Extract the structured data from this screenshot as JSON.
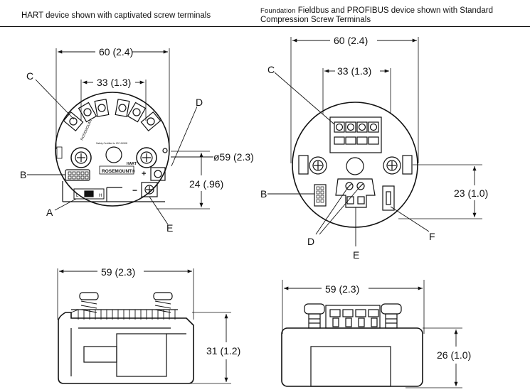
{
  "captions": {
    "left": "HART device shown with captivated screw terminals",
    "right_prefix": "Foundation",
    "right_rest": " Fieldbus and PROFIBUS device shown with Standard",
    "right_line2": "Compression Screw Terminals"
  },
  "dimensions": {
    "tl_width": "60 (2.4)",
    "tl_spacing": "33 (1.3)",
    "tl_diameter": "ø59 (2.3)",
    "tl_height": "24 (.96)",
    "tr_width": "60 (2.4)",
    "tr_spacing": "33 (1.3)",
    "tr_height": "23 (1.0)",
    "bl_width": "59 (2.3)",
    "bl_height": "31 (1.2)",
    "br_width": "59 (2.3)",
    "br_height": "26 (1.0)"
  },
  "callouts": {
    "tl": [
      "A",
      "B",
      "C",
      "D",
      "E"
    ],
    "tr": [
      "B",
      "C",
      "D",
      "E",
      "F"
    ]
  },
  "device_markings": {
    "brand": "ROSEMOUNT",
    "brand_reg": "ROSEMOUNT®",
    "hart": "HART",
    "plus": "+",
    "minus": "−",
    "switch_l": "L",
    "switch_h": "H",
    "cert": "Safety Certified to IEC 61508"
  }
}
